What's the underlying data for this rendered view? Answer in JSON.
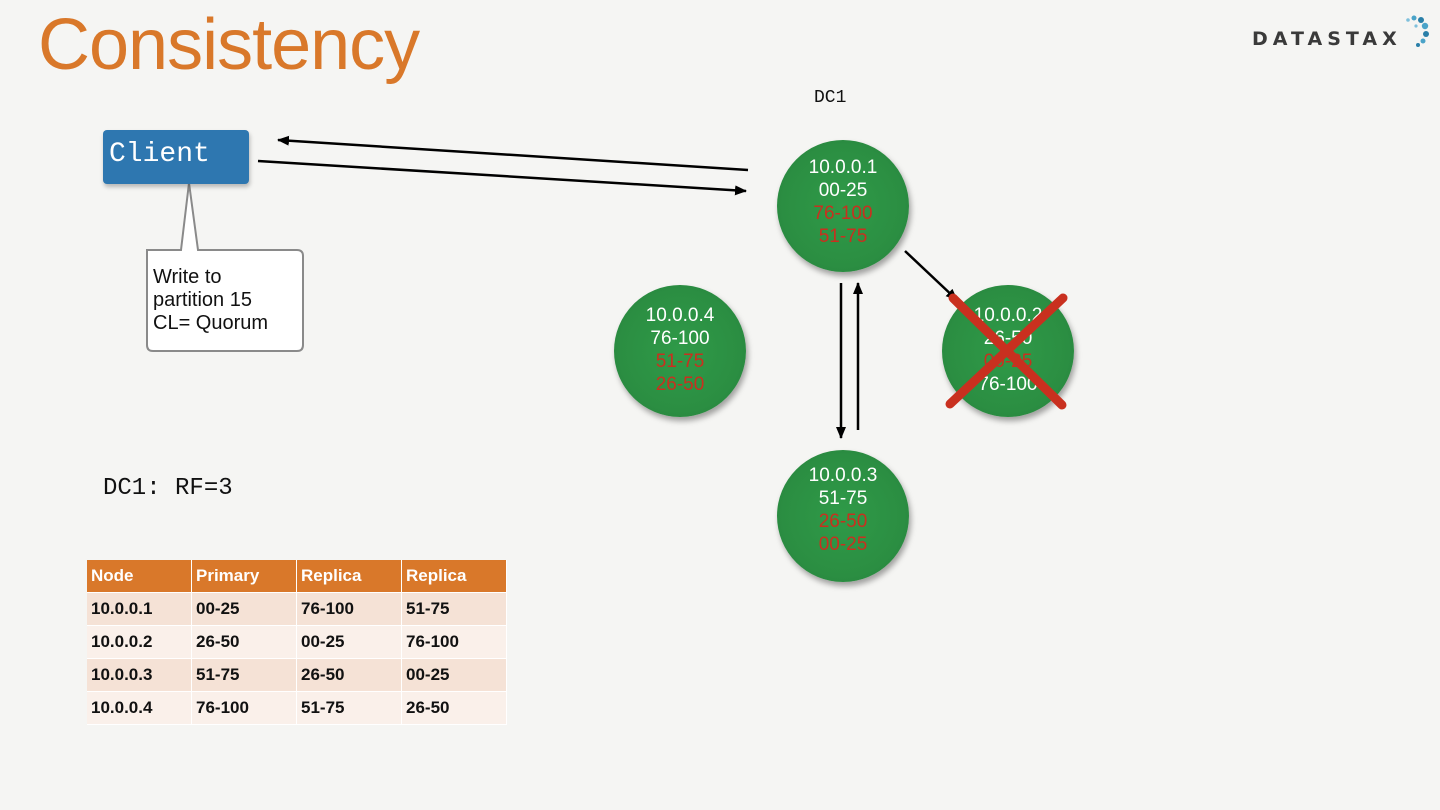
{
  "slide": {
    "title": "Consistency",
    "logo_text": "DATASTAX",
    "dc_label": "DC1",
    "rf_label": "DC1: RF=3"
  },
  "client": {
    "label": "Client",
    "callout_lines": [
      "Write to",
      "partition 15",
      "CL= Quorum"
    ]
  },
  "nodes": [
    {
      "ip": "10.0.0.1",
      "primary": "00-25",
      "replicas": [
        "76-100",
        "51-75"
      ],
      "status": "up"
    },
    {
      "ip": "10.0.0.2",
      "primary": "26-50",
      "replicas": [
        "00-25",
        "76-100"
      ],
      "status": "down"
    },
    {
      "ip": "10.0.0.3",
      "primary": "51-75",
      "replicas": [
        "26-50",
        "00-25"
      ],
      "status": "up"
    },
    {
      "ip": "10.0.0.4",
      "primary": "76-100",
      "replicas": [
        "51-75",
        "26-50"
      ],
      "status": "up"
    }
  ],
  "table": {
    "headers": [
      "Node",
      "Primary",
      "Replica",
      "Replica"
    ],
    "rows": [
      [
        "10.0.0.1",
        "00-25",
        "76-100",
        "51-75"
      ],
      [
        "10.0.0.2",
        "26-50",
        "00-25",
        "76-100"
      ],
      [
        "10.0.0.3",
        "51-75",
        "26-50",
        "00-25"
      ],
      [
        "10.0.0.4",
        "76-100",
        "51-75",
        "26-50"
      ]
    ]
  },
  "colors": {
    "title": "#d9782a",
    "client": "#2e77b0",
    "node": "#2b8e42",
    "replica_text": "#c9301f",
    "failure_cross": "#c9301f",
    "table_header": "#d9782a"
  }
}
